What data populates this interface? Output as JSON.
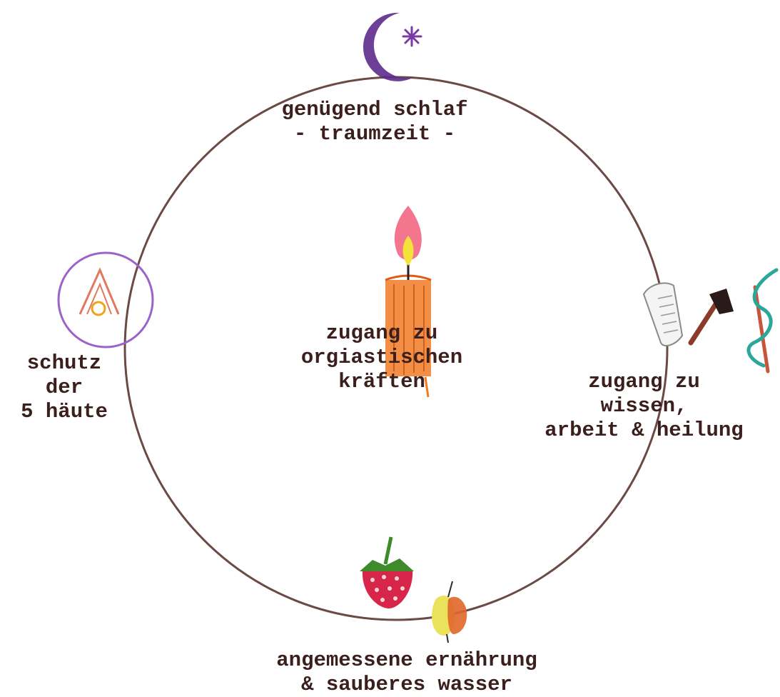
{
  "colors": {
    "circle": "#6b4a45",
    "text": "#3b1f1d",
    "moon": "#5e2a8c",
    "protection_ring": "#9b63c9",
    "house": "#e2785e",
    "candle": "#f07a24",
    "flame": "#f25d7a",
    "strawberry": "#d8264a",
    "apple": "#e9e25a"
  },
  "icons": {
    "top": "crescent-moon-star-icon",
    "center": "candle-icon",
    "left": "house-in-circle-icon",
    "right": [
      "scroll-icon",
      "hammer-icon",
      "caduceus-snake-icon"
    ],
    "bottom": [
      "strawberry-icon",
      "apple-icon"
    ]
  },
  "labels": {
    "top": [
      "genügend schlaf",
      "- traumzeit -"
    ],
    "center": [
      "zugang zu",
      "orgiastischen",
      "kräften"
    ],
    "left": [
      "schutz",
      "der",
      "5 häute"
    ],
    "right": [
      "zugang zu",
      "wissen,",
      "arbeit & heilung"
    ],
    "bottom": [
      "angemessene ernährung",
      "& sauberes wasser"
    ]
  }
}
